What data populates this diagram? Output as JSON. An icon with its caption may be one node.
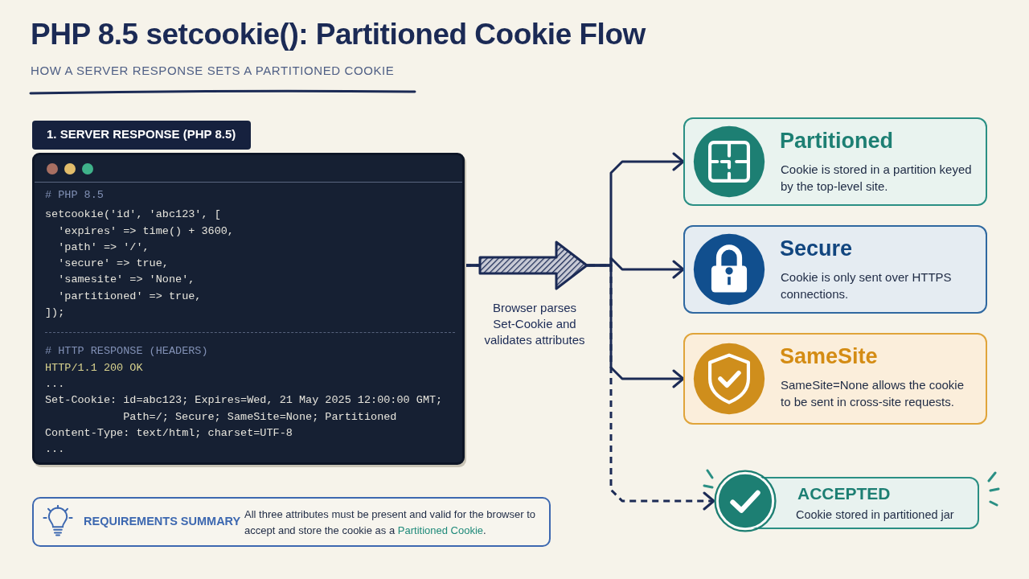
{
  "diagram": {
    "title": "PHP 8.5 setcookie(): Partitioned Cookie Flow",
    "nodes": [
      {
        "text": [
          "1. SERVER RESPONSE (PHP 8.5)",
          "# PHP 8.5",
          "setcookie('id', 'abc123', [",
          "  'expires' => time() + 3600,",
          "  'path' => '/',",
          "  'secure' => true,",
          "  'samesite' => 'None',",
          "  'partitioned' => true,",
          "]);",
          "# HTTP RESPONSE (HEADERS)",
          "HTTP/1.1 200 OK",
          "...",
          "Set-Cookie: id=abc123; Expires=Wed, 21 May 2025 12:00:00 GMT; Path=/; Secure; SameSite=None; Partitioned",
          "Content-Type: text/html; charset=UTF-8",
          "..."
        ]
      },
      {
        "text": [
          "Partitioned",
          "Cookie is stored in a partition keyed by the top-level site."
        ]
      },
      {
        "text": [
          "Secure",
          "Cookie is only sent over HTTPS connections."
        ]
      },
      {
        "text": [
          "SameSite",
          "SameSite=None allows the cookie to be sent in cross-site requests."
        ]
      },
      {
        "text": [
          "ACCEPTED",
          "Cookie stored in partitioned jar"
        ]
      },
      {
        "text": [
          "REQUIREMENTS SUMMARY",
          "All three attributes must be present and valid for the browser to accept and store the cookie as a **Partitioned Cookie**."
        ]
      }
    ],
    "edges": [
      {
        "from": 0,
        "to": 1,
        "arrow": "to"
      },
      {
        "from": 0,
        "to": 2,
        "arrow": "to",
        "label": "Browser parses Set-Cookie and validates attributes"
      },
      {
        "from": 0,
        "to": 3,
        "arrow": "to"
      },
      {
        "from": 0,
        "to": 4,
        "arrow": "to",
        "style": "dashed"
      }
    ],
    "labels": [
      "HOW A SERVER RESPONSE SETS A PARTITIONED COOKIE"
    ]
  }
}
